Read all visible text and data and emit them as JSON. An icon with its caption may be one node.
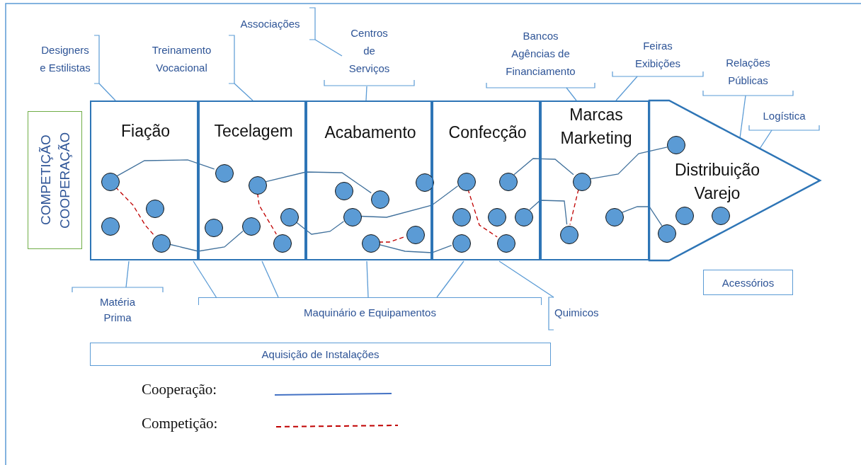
{
  "diagram": {
    "nodes": [
      {
        "text": [
          "Designers e Estilistas"
        ]
      },
      {
        "text": [
          "Treinamento Vocacional"
        ]
      },
      {
        "text": [
          "Associações"
        ]
      },
      {
        "text": [
          "Centros de Serviços"
        ]
      },
      {
        "text": [
          "Bancos Agências de Financiamento"
        ]
      },
      {
        "text": [
          "Feiras Exibições"
        ]
      },
      {
        "text": [
          "Relações Públicas"
        ]
      },
      {
        "text": [
          "Logística"
        ]
      },
      {
        "text": [
          "COMPETIÇÃO COOPERAÇÃO"
        ]
      },
      {
        "text": [
          "Fiação"
        ]
      },
      {
        "text": [],
        "shape": "circle",
        "in": 9
      },
      {
        "text": [],
        "shape": "circle",
        "in": 9
      },
      {
        "text": [],
        "shape": "circle",
        "in": 9
      },
      {
        "text": [],
        "shape": "circle",
        "in": 9
      },
      {
        "text": [
          "Tecelagem"
        ]
      },
      {
        "text": [],
        "shape": "circle",
        "in": 14
      },
      {
        "text": [],
        "shape": "circle",
        "in": 14
      },
      {
        "text": [],
        "shape": "circle",
        "in": 14
      },
      {
        "text": [],
        "shape": "circle",
        "in": 14
      },
      {
        "text": [],
        "shape": "circle",
        "in": 14
      },
      {
        "text": [],
        "shape": "circle",
        "in": 14
      },
      {
        "text": [
          "Acabamento"
        ]
      },
      {
        "text": [],
        "shape": "circle",
        "in": 21
      },
      {
        "text": [],
        "shape": "circle",
        "in": 21
      },
      {
        "text": [],
        "shape": "circle",
        "in": 21
      },
      {
        "text": [],
        "shape": "circle",
        "in": 21
      },
      {
        "text": [],
        "shape": "circle",
        "in": 21
      },
      {
        "text": [],
        "shape": "circle",
        "in": 21
      },
      {
        "text": [
          "Confecção"
        ]
      },
      {
        "text": [],
        "shape": "circle",
        "in": 28
      },
      {
        "text": [],
        "shape": "circle",
        "in": 28
      },
      {
        "text": [],
        "shape": "circle",
        "in": 28
      },
      {
        "text": [],
        "shape": "circle",
        "in": 28
      },
      {
        "text": [],
        "shape": "circle",
        "in": 28
      },
      {
        "text": [],
        "shape": "circle",
        "in": 28
      },
      {
        "text": [],
        "shape": "circle",
        "in": 28
      },
      {
        "text": [
          "Marcas Marketing"
        ]
      },
      {
        "text": [],
        "shape": "circle",
        "in": 36
      },
      {
        "text": [],
        "shape": "circle",
        "in": 36
      },
      {
        "text": [],
        "shape": "circle",
        "in": 36
      },
      {
        "text": [
          "Distribuição Varejo"
        ]
      },
      {
        "text": [],
        "shape": "circle",
        "in": 40
      },
      {
        "text": [],
        "shape": "circle",
        "in": 40
      },
      {
        "text": [],
        "shape": "circle",
        "in": 40
      },
      {
        "text": [],
        "shape": "circle",
        "in": 40
      },
      {
        "text": [
          "Acessórios"
        ]
      },
      {
        "text": [
          "Matéria Prima"
        ]
      },
      {
        "text": [
          "Maquinário e Equipamentos"
        ]
      },
      {
        "text": [
          "Quimicos"
        ]
      },
      {
        "text": [
          "Aquisição de Instalações"
        ]
      }
    ],
    "edges": [
      {
        "from": 0,
        "to": 9,
        "arrow": "none"
      },
      {
        "from": 1,
        "to": 14,
        "arrow": "none"
      },
      {
        "from": 2,
        "to": 3,
        "arrow": "none"
      },
      {
        "from": 3,
        "to": 21,
        "arrow": "none"
      },
      {
        "from": 4,
        "to": 36,
        "arrow": "none"
      },
      {
        "from": 5,
        "to": 36,
        "arrow": "none"
      },
      {
        "from": 6,
        "to": 40,
        "arrow": "none"
      },
      {
        "from": 7,
        "to": 40,
        "arrow": "none"
      },
      {
        "from": 46,
        "to": 9,
        "arrow": "none"
      },
      {
        "from": 47,
        "to": 9,
        "arrow": "none"
      },
      {
        "from": 47,
        "to": 14,
        "arrow": "none"
      },
      {
        "from": 47,
        "to": 21,
        "arrow": "none"
      },
      {
        "from": 47,
        "to": 28,
        "arrow": "none"
      },
      {
        "from": 48,
        "to": 28,
        "arrow": "none"
      },
      {
        "from": 10,
        "to": 15,
        "arrow": "none",
        "color": "#41719c"
      },
      {
        "from": 13,
        "to": 19,
        "arrow": "none",
        "color": "#41719c"
      },
      {
        "from": 16,
        "to": 23,
        "arrow": "none",
        "color": "#41719c"
      },
      {
        "from": 17,
        "to": 25,
        "arrow": "none",
        "color": "#41719c"
      },
      {
        "from": 25,
        "to": 29,
        "arrow": "none",
        "color": "#41719c"
      },
      {
        "from": 27,
        "to": 34,
        "arrow": "none",
        "color": "#41719c"
      },
      {
        "from": 30,
        "to": 37,
        "arrow": "none",
        "color": "#41719c"
      },
      {
        "from": 33,
        "to": 39,
        "arrow": "none",
        "color": "#41719c"
      },
      {
        "from": 37,
        "to": 41,
        "arrow": "none",
        "color": "#41719c"
      },
      {
        "from": 38,
        "to": 44,
        "arrow": "none",
        "color": "#41719c"
      },
      {
        "from": 10,
        "to": 13,
        "arrow": "none",
        "style": "dashed",
        "color": "#c00000"
      },
      {
        "from": 16,
        "to": 20,
        "arrow": "none",
        "style": "dashed",
        "color": "#c00000"
      },
      {
        "from": 27,
        "to": 26,
        "arrow": "none",
        "style": "dashed",
        "color": "#c00000"
      },
      {
        "from": 29,
        "to": 35,
        "arrow": "none",
        "style": "dashed",
        "color": "#c00000"
      },
      {
        "from": 37,
        "to": 39,
        "arrow": "none",
        "style": "dashed",
        "color": "#c00000"
      }
    ],
    "legend": [
      {
        "text": "Cooperação:"
      },
      {
        "text": "Competição:"
      }
    ]
  }
}
